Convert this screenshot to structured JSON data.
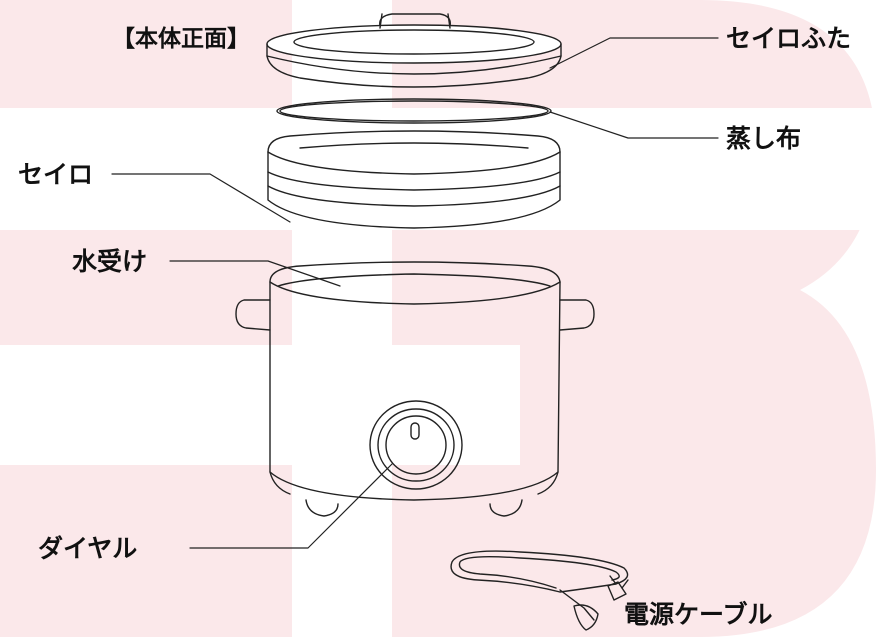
{
  "title": "【本体正面】",
  "labels": {
    "lid": "セイロふた",
    "cloth": "蒸し布",
    "steamer": "セイロ",
    "water_tray": "水受け",
    "dial": "ダイヤル",
    "cable": "電源ケーブル"
  },
  "icons": {
    "watermark": "logo-watermark",
    "lid": "steamer-lid-icon",
    "cloth": "steaming-cloth-icon",
    "steamer": "steamer-basket-icon",
    "body": "cooker-body-icon",
    "dial": "dial-icon",
    "cable": "power-cable-icon"
  },
  "colors": {
    "watermark": "#fbe8ea",
    "line": "#222222",
    "text": "#111111"
  }
}
